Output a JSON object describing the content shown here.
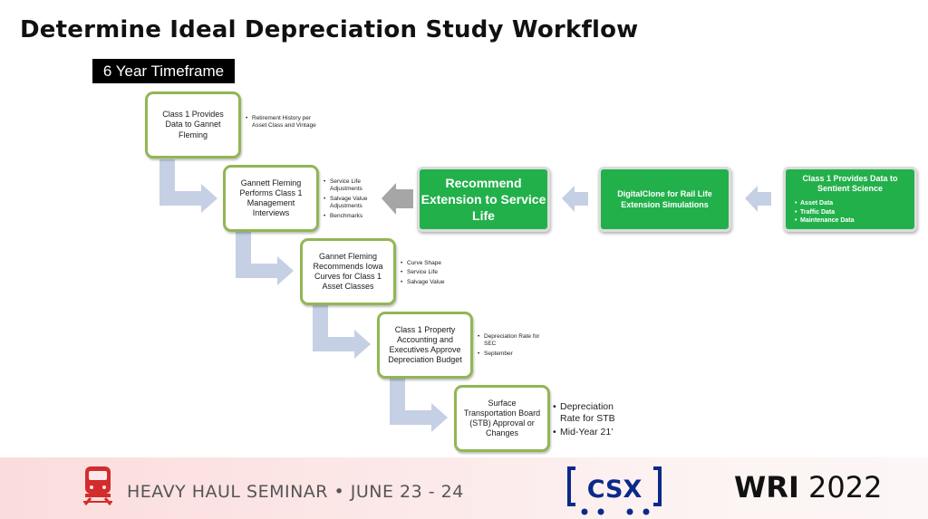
{
  "title": "Determine Ideal Depreciation Study Workflow",
  "timeframe": "6 Year Timeframe",
  "steps": [
    {
      "label": "Class 1 Provides Data to Gannet Fleming",
      "bullets": [
        "Retirement History per Asset Class and Vintage"
      ]
    },
    {
      "label": "Gannett Fleming Performs Class 1 Management Interviews",
      "bullets": [
        "Service Life Adjustments",
        "Salvage Value Adjustments",
        "Benchmarks"
      ]
    },
    {
      "label": "Gannet Fleming Recommends Iowa Curves for Class 1 Asset Classes",
      "bullets": [
        "Curve Shape",
        "Service Life",
        "Salvage Value"
      ]
    },
    {
      "label": "Class 1 Property Accounting and Executives Approve Depreciation Budget",
      "bullets": [
        "Depreciation Rate for SEC",
        "September"
      ]
    },
    {
      "label": "Surface Transportation Board (STB) Approval or Changes",
      "bullets": [
        "Depreciation Rate for STB",
        "Mid-Year 21’"
      ]
    }
  ],
  "green_steps": [
    {
      "label": "Recommend Extension to Service Life"
    },
    {
      "label": "DigitalClone for Rail Life Extension Simulations"
    },
    {
      "label": "Class 1 Provides Data to Sentient Science",
      "bullets": [
        "Asset Data",
        "Traffic Data",
        "Maintenance Data"
      ]
    }
  ],
  "footer": {
    "seminar": "HEAVY HAUL SEMINAR • JUNE 23 - 24",
    "csx": "CSX",
    "wri_bold": "WRI",
    "wri_year": " 2022"
  },
  "colors": {
    "box_border": "#92b655",
    "green_fill": "#22b04b",
    "arrow_blue": "#c5d0e4",
    "arrow_gray": "#a6a6a6",
    "csx_blue": "#0a2a8a"
  }
}
